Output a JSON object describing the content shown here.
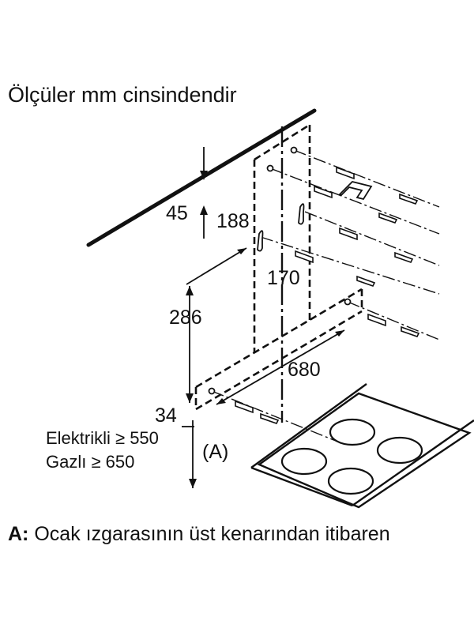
{
  "header": {
    "title": "Ölçüler mm cinsindendir"
  },
  "dimensions": {
    "d45": "45",
    "d188": "188",
    "d170": "170",
    "d286": "286",
    "d680": "680",
    "d34": "34",
    "electric": "Elektrikli ≥ 550",
    "gas": "Gazlı ≥ 650",
    "marker": "(A)"
  },
  "footnote": {
    "key": "A:",
    "text": "Ocak ızgarasının üst kenarından itibaren"
  }
}
